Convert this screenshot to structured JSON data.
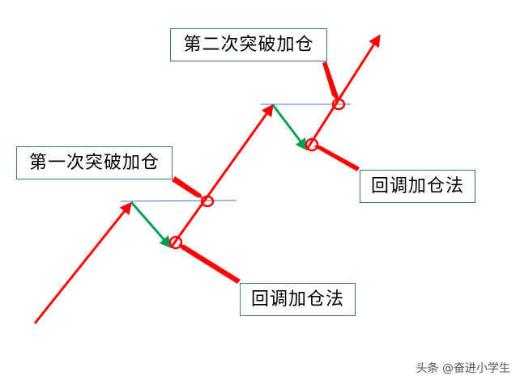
{
  "labels": {
    "first_breakout": "第一次突破加仓",
    "second_breakout": "第二次突破加仓",
    "pullback_1": "回调加仓法",
    "pullback_2": "回调加仓法"
  },
  "watermark": "头条 @奋进小学生",
  "colors": {
    "uptrend": "#ff0000",
    "pullback": "#00a050",
    "level_line": "#4472c4",
    "box_border": "#41719c",
    "marker": "#ff0000"
  }
}
